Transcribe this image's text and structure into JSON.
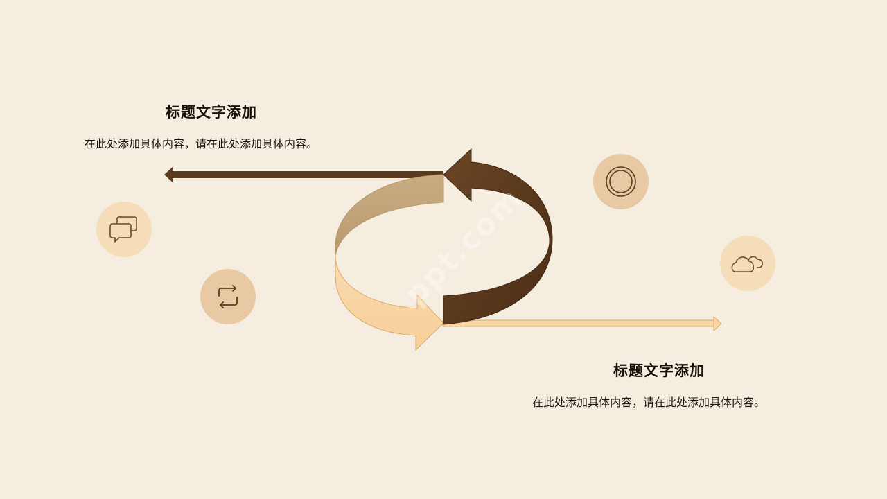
{
  "blocks": [
    {
      "title": "标题文字添加",
      "text": "在此处添加具体内容，请在此处添加具体内容。"
    },
    {
      "title": "标题文字添加",
      "text": "在此处添加具体内容，请在此处添加具体内容。"
    }
  ],
  "icons": [
    "chat-icon",
    "repeat-icon",
    "ring-icon",
    "cloud-icon"
  ],
  "watermark": "ppt.com",
  "colors": {
    "background": "#f6ede1",
    "dark_brown": "#5c3a1e",
    "tan": "#c8ab7f",
    "light_peach": "#f8d6a4",
    "icon_stroke": "#6b4a2b"
  }
}
